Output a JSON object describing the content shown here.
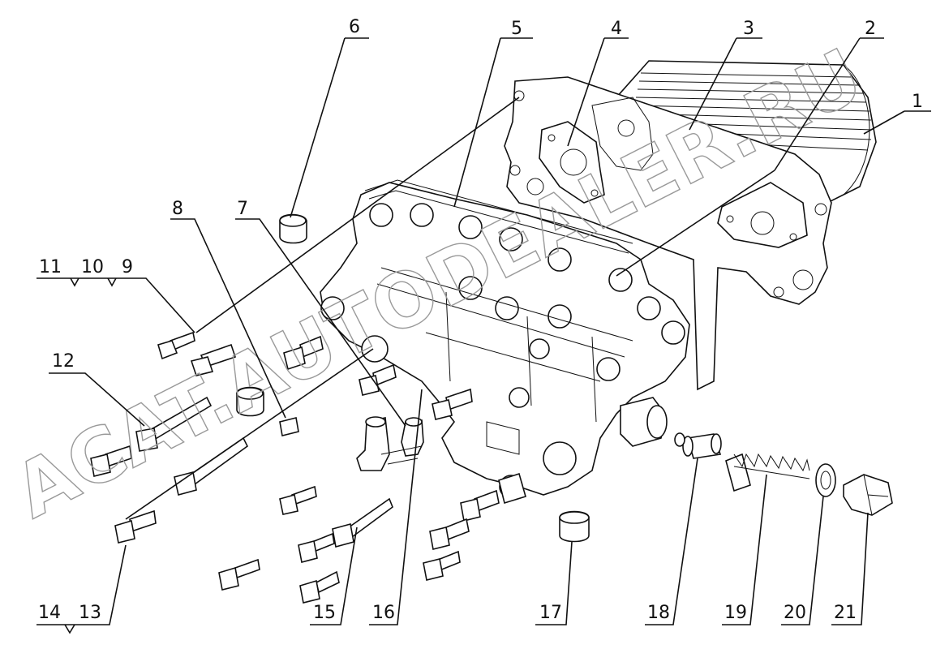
{
  "diagram": {
    "watermark": "ACAT.AUTODEALER.RU",
    "callouts": [
      {
        "id": "c1",
        "text": "1"
      },
      {
        "id": "c2",
        "text": "2"
      },
      {
        "id": "c3",
        "text": "3"
      },
      {
        "id": "c4",
        "text": "4"
      },
      {
        "id": "c5",
        "text": "5"
      },
      {
        "id": "c6",
        "text": "6"
      },
      {
        "id": "c7",
        "text": "7"
      },
      {
        "id": "c8",
        "text": "8"
      },
      {
        "id": "c9",
        "text": "9"
      },
      {
        "id": "c10",
        "text": "10"
      },
      {
        "id": "c11",
        "text": "11"
      },
      {
        "id": "c12",
        "text": "12"
      },
      {
        "id": "c13",
        "text": "13"
      },
      {
        "id": "c14",
        "text": "14"
      },
      {
        "id": "c15",
        "text": "15"
      },
      {
        "id": "c16",
        "text": "16"
      },
      {
        "id": "c17",
        "text": "17"
      },
      {
        "id": "c18",
        "text": "18"
      },
      {
        "id": "c19",
        "text": "19"
      },
      {
        "id": "c20",
        "text": "20"
      },
      {
        "id": "c21",
        "text": "21"
      }
    ]
  }
}
